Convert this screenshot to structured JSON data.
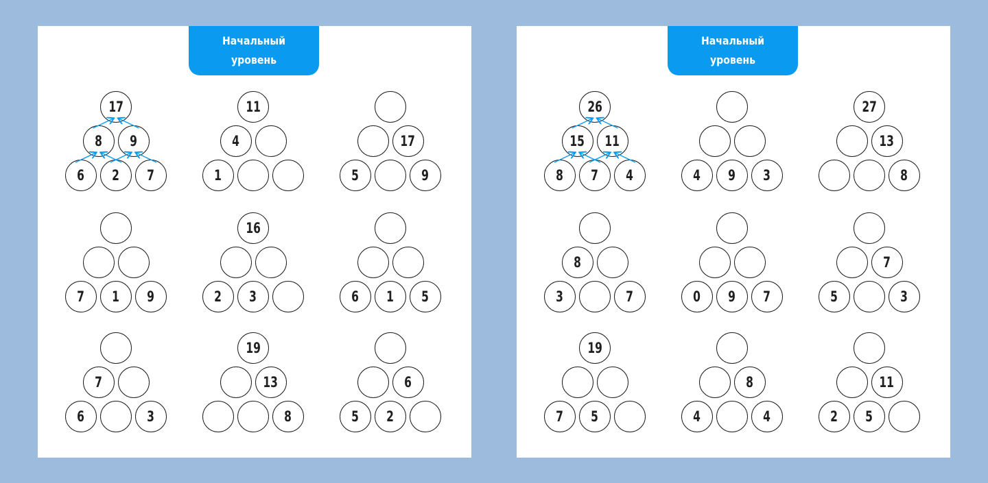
{
  "sheets": [
    {
      "badge_line1": "Начальный",
      "badge_line2": "уровень",
      "accent": "#0a9bf0",
      "pyramids": [
        {
          "rows": [
            [
              "17"
            ],
            [
              "8",
              "9"
            ],
            [
              "6",
              "2",
              "7"
            ]
          ],
          "example": true
        },
        {
          "rows": [
            [
              "11"
            ],
            [
              "4",
              ""
            ],
            [
              "1",
              "",
              ""
            ]
          ]
        },
        {
          "rows": [
            [
              ""
            ],
            [
              "",
              "17"
            ],
            [
              "5",
              "",
              "9"
            ]
          ]
        },
        {
          "rows": [
            [
              ""
            ],
            [
              "",
              ""
            ],
            [
              "7",
              "1",
              "9"
            ]
          ]
        },
        {
          "rows": [
            [
              "16"
            ],
            [
              "",
              ""
            ],
            [
              "2",
              "3",
              ""
            ]
          ]
        },
        {
          "rows": [
            [
              ""
            ],
            [
              "",
              ""
            ],
            [
              "6",
              "1",
              "5"
            ]
          ]
        },
        {
          "rows": [
            [
              ""
            ],
            [
              "7",
              ""
            ],
            [
              "6",
              "",
              "3"
            ]
          ]
        },
        {
          "rows": [
            [
              "19"
            ],
            [
              "",
              "13"
            ],
            [
              "",
              "",
              "8"
            ]
          ]
        },
        {
          "rows": [
            [
              ""
            ],
            [
              "",
              "6"
            ],
            [
              "5",
              "2",
              ""
            ]
          ]
        }
      ]
    },
    {
      "badge_line1": "Начальный",
      "badge_line2": "уровень",
      "accent": "#0a9bf0",
      "pyramids": [
        {
          "rows": [
            [
              "26"
            ],
            [
              "15",
              "11"
            ],
            [
              "8",
              "7",
              "4"
            ]
          ],
          "example": true
        },
        {
          "rows": [
            [
              ""
            ],
            [
              "",
              ""
            ],
            [
              "4",
              "9",
              "3"
            ]
          ]
        },
        {
          "rows": [
            [
              "27"
            ],
            [
              "",
              "13"
            ],
            [
              "",
              "",
              "8"
            ]
          ]
        },
        {
          "rows": [
            [
              ""
            ],
            [
              "8",
              ""
            ],
            [
              "3",
              "",
              "7"
            ]
          ]
        },
        {
          "rows": [
            [
              ""
            ],
            [
              "",
              ""
            ],
            [
              "0",
              "9",
              "7"
            ]
          ]
        },
        {
          "rows": [
            [
              ""
            ],
            [
              "",
              "7"
            ],
            [
              "5",
              "",
              "3"
            ]
          ]
        },
        {
          "rows": [
            [
              "19"
            ],
            [
              "",
              ""
            ],
            [
              "7",
              "5",
              ""
            ]
          ]
        },
        {
          "rows": [
            [
              ""
            ],
            [
              "",
              "8"
            ],
            [
              "4",
              "",
              "4"
            ]
          ]
        },
        {
          "rows": [
            [
              ""
            ],
            [
              "",
              "11"
            ],
            [
              "2",
              "5",
              ""
            ]
          ]
        }
      ]
    }
  ]
}
